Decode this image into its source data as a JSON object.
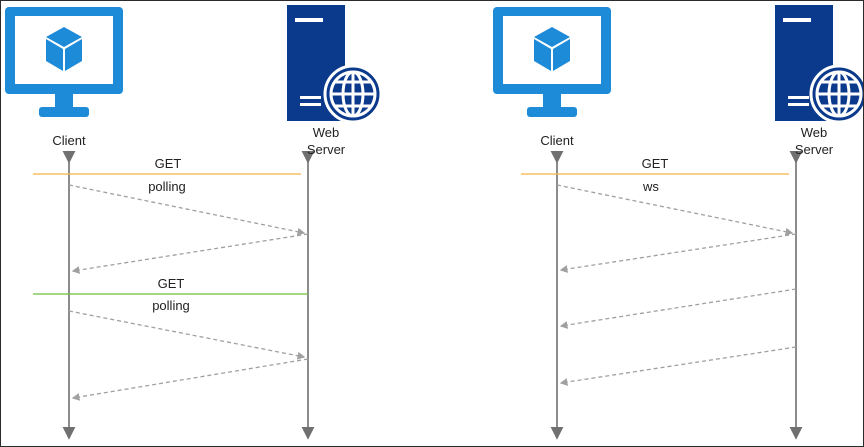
{
  "left_diagram": {
    "client_label": "Client",
    "server_label_1": "Web",
    "server_label_2": "Server",
    "message_1_method": "GET",
    "message_1_name": "polling",
    "message_2_method": "GET",
    "message_2_name": "polling"
  },
  "right_diagram": {
    "client_label": "Client",
    "server_label_1": "Web",
    "server_label_2": "Server",
    "message_method": "GET",
    "message_name": "ws"
  },
  "colors": {
    "monitor": "#1e8bd8",
    "monitor_screen": "#ffffff",
    "cube": "#1e8bd8",
    "server": "#0b3a8c",
    "globe_bg": "#0b3a8c",
    "globe_line": "#ffffff",
    "lifeline": "#707070",
    "dashed": "#a0a0a0",
    "get_line_1": "#f5b544",
    "get_line_2": "#6cbf3a"
  }
}
